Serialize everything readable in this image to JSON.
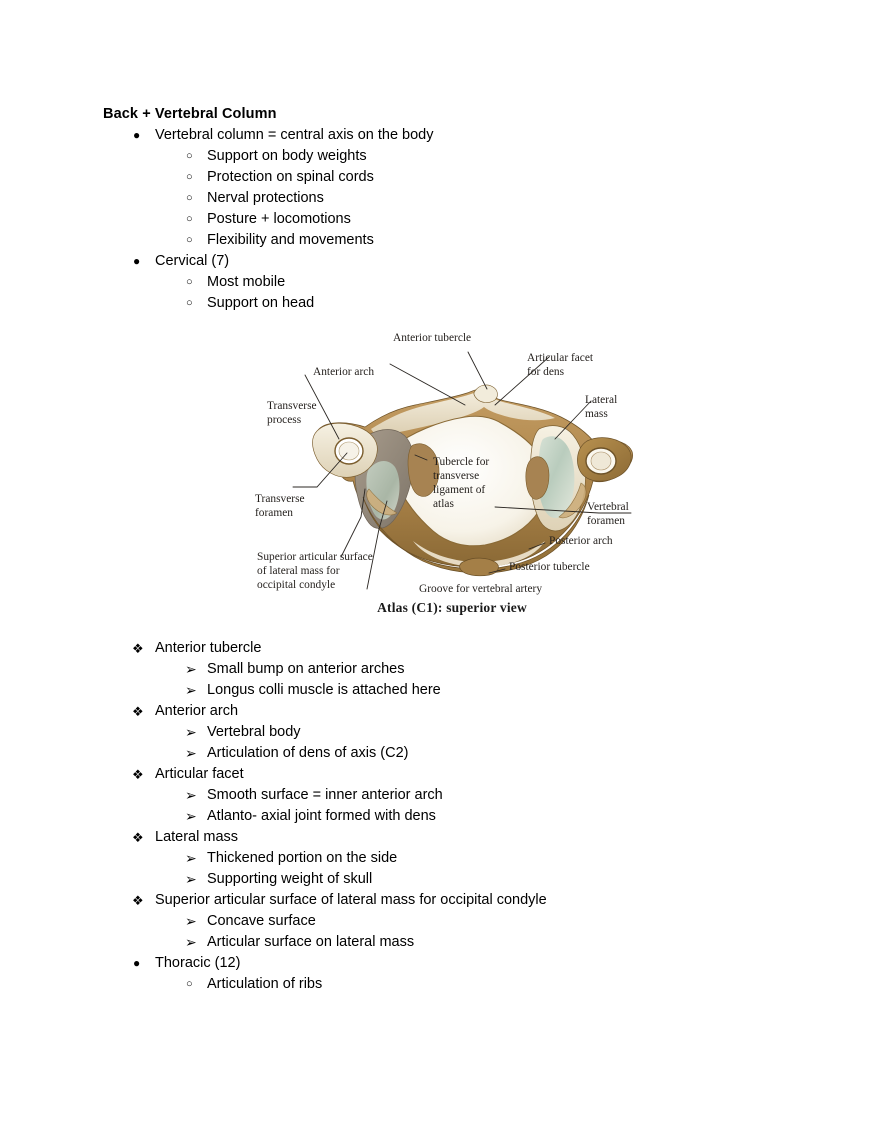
{
  "document": {
    "title": "Back + Vertebral Column"
  },
  "outline": [
    {
      "level": 1,
      "marker": "disc",
      "text": "Vertebral column = central axis on the body"
    },
    {
      "level": 2,
      "marker": "circle",
      "text": "Support on body weights"
    },
    {
      "level": 2,
      "marker": "circle",
      "text": "Protection on spinal cords"
    },
    {
      "level": 2,
      "marker": "circle",
      "text": "Nerval protections"
    },
    {
      "level": 2,
      "marker": "circle",
      "text": "Posture + locomotions"
    },
    {
      "level": 2,
      "marker": "circle",
      "text": "Flexibility and movements"
    },
    {
      "level": 1,
      "marker": "disc",
      "text": "Cervical (7)"
    },
    {
      "level": 2,
      "marker": "circle",
      "text": "Most mobile"
    },
    {
      "level": 2,
      "marker": "circle",
      "text": "Support on head"
    }
  ],
  "outline_after_figure": [
    {
      "level": 1,
      "marker": "diamond",
      "text": "Anterior tubercle"
    },
    {
      "level": 2,
      "marker": "arrow",
      "text": "Small bump on anterior arches"
    },
    {
      "level": 2,
      "marker": "arrow",
      "text": "Longus colli muscle is attached here"
    },
    {
      "level": 1,
      "marker": "diamond",
      "text": "Anterior arch"
    },
    {
      "level": 2,
      "marker": "arrow",
      "text": "Vertebral body"
    },
    {
      "level": 2,
      "marker": "arrow",
      "text": "Articulation of dens of axis (C2)"
    },
    {
      "level": 1,
      "marker": "diamond",
      "text": "Articular facet"
    },
    {
      "level": 2,
      "marker": "arrow",
      "text": "Smooth surface = inner anterior arch"
    },
    {
      "level": 2,
      "marker": "arrow",
      "text": "Atlanto- axial joint formed with dens"
    },
    {
      "level": 1,
      "marker": "diamond",
      "text": "Lateral mass"
    },
    {
      "level": 2,
      "marker": "arrow",
      "text": "Thickened portion on the side"
    },
    {
      "level": 2,
      "marker": "arrow",
      "text": "Supporting weight of skull"
    },
    {
      "level": 1,
      "marker": "diamond",
      "text": "Superior articular surface of lateral mass for occipital condyle"
    },
    {
      "level": 2,
      "marker": "arrow",
      "text": "Concave surface"
    },
    {
      "level": 2,
      "marker": "arrow",
      "text": "Articular surface on lateral mass"
    },
    {
      "level": 1,
      "marker": "disc",
      "text": "Thoracic (12)"
    },
    {
      "level": 2,
      "marker": "circle",
      "text": "Articulation of ribs"
    }
  ],
  "figure": {
    "caption": "Atlas (C1): superior view",
    "alt": "Anatomical illustration of the atlas (C1) vertebra, superior view",
    "labels": [
      {
        "id": "anterior-tubercle",
        "text_lines": [
          "Anterior tubercle"
        ]
      },
      {
        "id": "anterior-arch",
        "text_lines": [
          "Anterior arch"
        ]
      },
      {
        "id": "articular-facet-for-dens",
        "text_lines": [
          "Articular facet",
          "for dens"
        ]
      },
      {
        "id": "lateral-mass",
        "text_lines": [
          "Lateral",
          "mass"
        ]
      },
      {
        "id": "transverse-process",
        "text_lines": [
          "Transverse",
          "process"
        ]
      },
      {
        "id": "transverse-foramen",
        "text_lines": [
          "Transverse",
          "foramen"
        ]
      },
      {
        "id": "tubercle-for-transverse-ligament",
        "text_lines": [
          "Tubercle for",
          "transverse",
          "ligament of",
          "atlas"
        ]
      },
      {
        "id": "vertebral-foramen",
        "text_lines": [
          "Vertebral",
          "foramen"
        ]
      },
      {
        "id": "posterior-arch",
        "text_lines": [
          "Posterior arch"
        ]
      },
      {
        "id": "posterior-tubercle",
        "text_lines": [
          "Posterior tubercle"
        ]
      },
      {
        "id": "groove-for-vertebral-artery",
        "text_lines": [
          "Groove for vertebral artery"
        ]
      },
      {
        "id": "superior-articular-surface",
        "text_lines": [
          "Superior articular surface",
          "of lateral mass for",
          "occipital condyle"
        ]
      }
    ],
    "colors": {
      "bone_tan": "#b08a52",
      "bone_dark_tan": "#8c6b3c",
      "bone_cream": "#ece4d2",
      "bone_light": "#f4efe2",
      "cartilage_sage": "#c3d2c6",
      "shadow_grey": "#9a9187",
      "leader_line": "#2b2723",
      "label_text": "#231f1c"
    }
  }
}
